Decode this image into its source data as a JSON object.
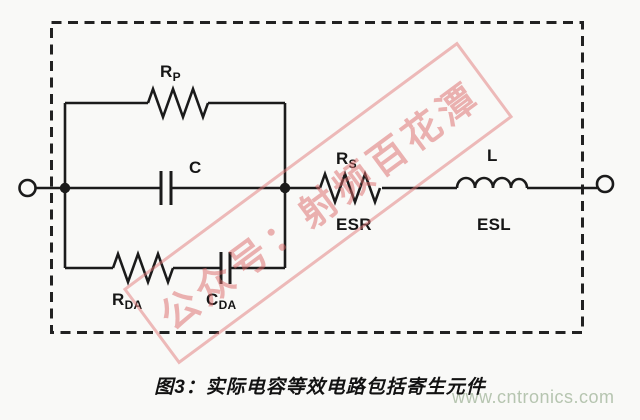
{
  "page": {
    "background": "#f9f9f7"
  },
  "circuit": {
    "labels": {
      "rp": {
        "base": "R",
        "sub": "P"
      },
      "c": {
        "base": "C"
      },
      "rs": {
        "base": "R",
        "sub": "S"
      },
      "esr": {
        "text": "ESR"
      },
      "l": {
        "text": "L"
      },
      "esl": {
        "text": "ESL"
      },
      "rda": {
        "base": "R",
        "sub": "DA"
      },
      "cda": {
        "base": "C",
        "sub": "DA"
      }
    },
    "colors": {
      "wire": "#1b1b1b",
      "boundary": "#222222"
    }
  },
  "watermarks": {
    "stamp_text": "公众号：射频百花潭",
    "stamp_color": "#e07a7a",
    "site_url": "www.cntronics.com",
    "url_color": "#b2c2ac"
  },
  "caption": {
    "text": "图3：实际电容等效电路包括寄生元件"
  }
}
